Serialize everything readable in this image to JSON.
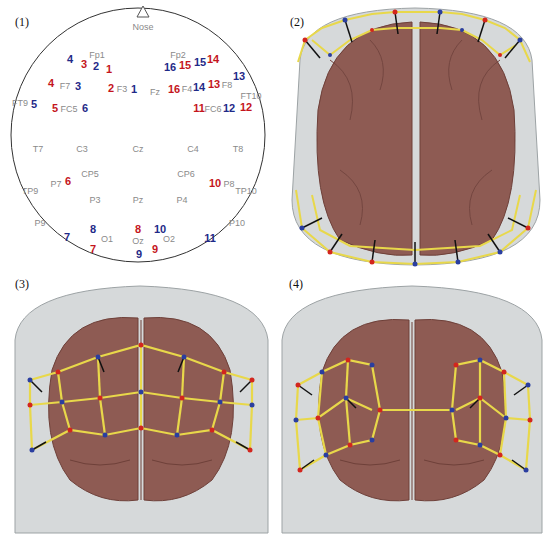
{
  "diagram": {
    "labels": [
      "(1)",
      "(2)",
      "(3)",
      "(4)",
      "Nose",
      "Fp1",
      "Fp2",
      "4",
      "14",
      "15",
      "3",
      "15",
      "2",
      "16",
      "1",
      "13",
      "4",
      "13",
      "F8",
      "F7",
      "3",
      "14",
      "2",
      "F3",
      "1",
      "16",
      "F4",
      "Fz",
      "FT10",
      "FT9",
      "5",
      "12",
      "5",
      "6",
      "11",
      "12",
      "FC5",
      "FC6",
      "T7",
      "C3",
      "Cz",
      "C4",
      "T8",
      "CP5",
      "CP6",
      "6",
      "10",
      "P7",
      "P8",
      "TP9",
      "TP10",
      "P3",
      "Pz",
      "P4",
      "P9",
      "P10",
      "8",
      "8",
      "10",
      "7",
      "11",
      "O1",
      "O2",
      "Oz",
      "7",
      "9",
      "9"
    ]
  }
}
